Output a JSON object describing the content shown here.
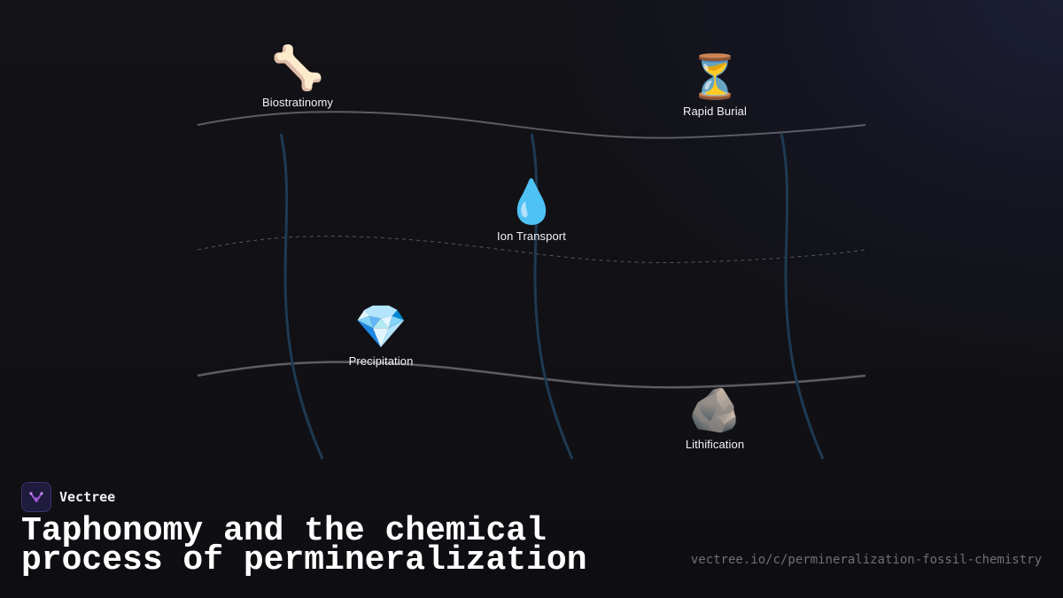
{
  "diagram": {
    "nodes": [
      {
        "id": "biostratinomy",
        "icon": "bone",
        "emoji": "🦴",
        "label": "Biostratinomy"
      },
      {
        "id": "rapid-burial",
        "icon": "hourglass",
        "emoji": "⏳",
        "label": "Rapid Burial"
      },
      {
        "id": "ion-transport",
        "icon": "water-droplet",
        "emoji": "💧",
        "label": "Ion Transport"
      },
      {
        "id": "precipitation",
        "icon": "gem",
        "emoji": "💎",
        "label": "Precipitation"
      },
      {
        "id": "lithification",
        "icon": "rock",
        "emoji": "🪨",
        "label": "Lithification"
      }
    ],
    "colors": {
      "strata_line": "#5a5a62",
      "flow_line": "#1f3a52",
      "background": "#111116"
    }
  },
  "footer": {
    "brand_name": "Vectree",
    "title": "Taphonomy and the chemical process of permineralization",
    "url": "vectree.io/c/permineralization-fossil-chemistry"
  }
}
